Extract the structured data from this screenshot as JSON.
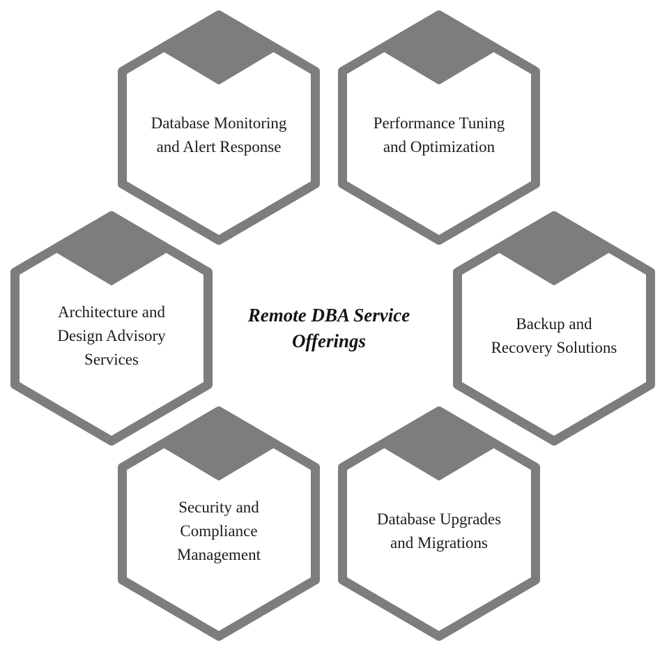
{
  "title": {
    "full": "Remote DBA Service Offerings",
    "lines": [
      "Remote DBA Service",
      "Offerings"
    ]
  },
  "colors": {
    "shape_gray": "#7d7d80",
    "hexagon_fill": "#ffffff",
    "label_text": "#1c1c1c",
    "title_text": "#141414",
    "background": "#ffffff"
  },
  "hexagons": [
    {
      "id": "database-monitoring",
      "label": "Database Monitoring and Alert Response",
      "lines": [
        "Database Monitoring",
        "and Alert Response"
      ],
      "position": "top-left"
    },
    {
      "id": "performance-tuning",
      "label": "Performance Tuning and Optimization",
      "lines": [
        "Performance Tuning",
        "and Optimization"
      ],
      "position": "top-right"
    },
    {
      "id": "architecture-design",
      "label": "Architecture and Design Advisory Services",
      "lines": [
        "Architecture and",
        "Design Advisory",
        "Services"
      ],
      "position": "middle-left"
    },
    {
      "id": "backup-recovery",
      "label": "Backup and Recovery Solutions",
      "lines": [
        "Backup and",
        "Recovery Solutions"
      ],
      "position": "middle-right"
    },
    {
      "id": "security-compliance",
      "label": "Security and Compliance Management",
      "lines": [
        "Security and",
        "Compliance",
        "Management"
      ],
      "position": "bottom-left"
    },
    {
      "id": "database-upgrades",
      "label": "Database Upgrades and Migrations",
      "lines": [
        "Database Upgrades",
        "and Migrations"
      ],
      "position": "bottom-right"
    }
  ]
}
